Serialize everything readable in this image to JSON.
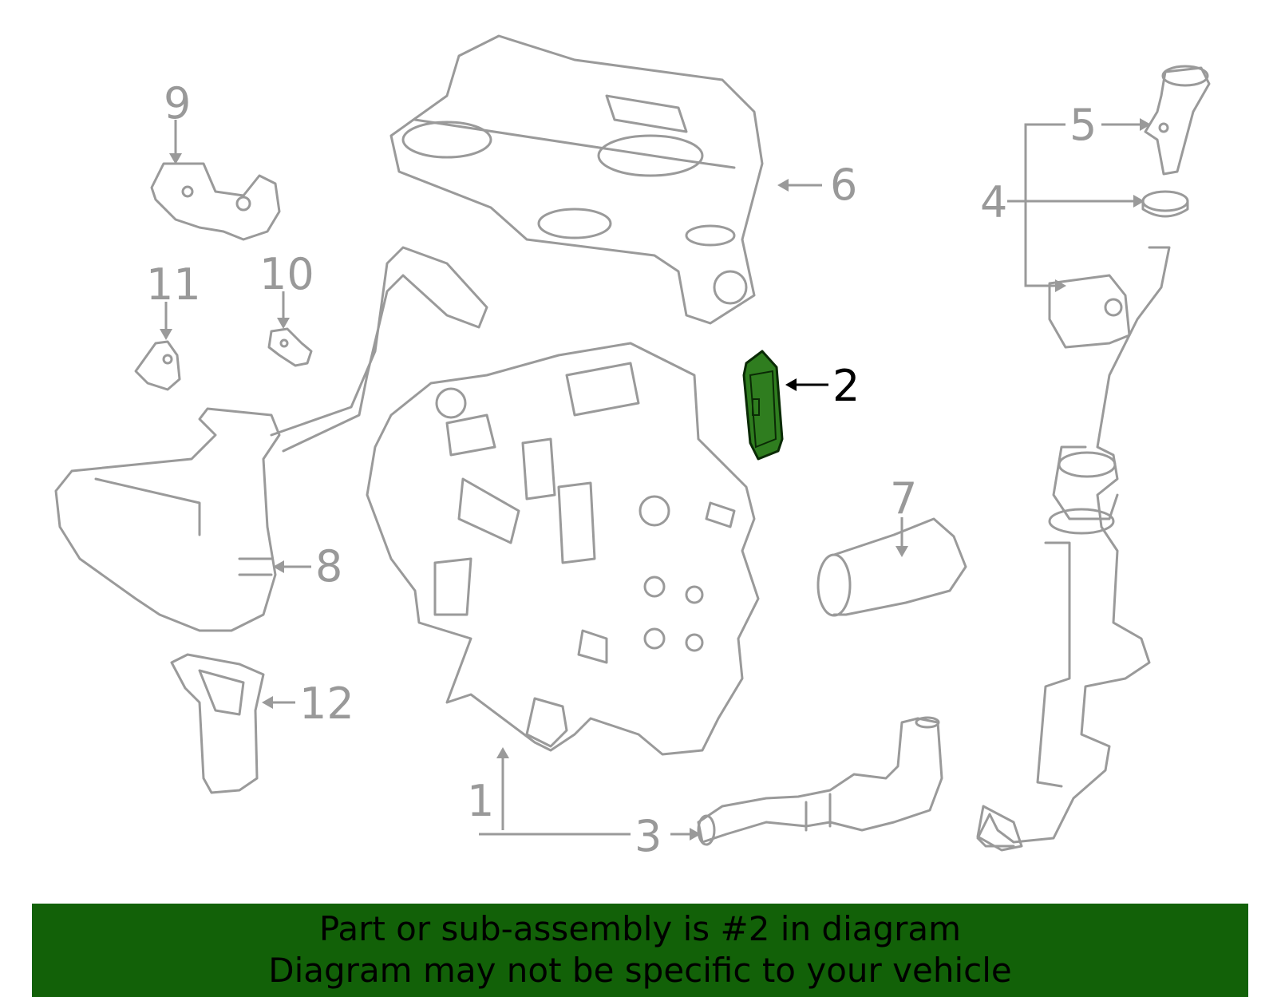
{
  "diagram": {
    "callouts": [
      {
        "id": "1",
        "label": "1"
      },
      {
        "id": "2",
        "label": "2",
        "highlighted": true
      },
      {
        "id": "3",
        "label": "3"
      },
      {
        "id": "4",
        "label": "4"
      },
      {
        "id": "5",
        "label": "5"
      },
      {
        "id": "6",
        "label": "6"
      },
      {
        "id": "7",
        "label": "7"
      },
      {
        "id": "8",
        "label": "8"
      },
      {
        "id": "9",
        "label": "9"
      },
      {
        "id": "10",
        "label": "10"
      },
      {
        "id": "11",
        "label": "11"
      },
      {
        "id": "12",
        "label": "12"
      }
    ],
    "colors": {
      "line_art": "#9a9a9a",
      "highlight_fill": "#2f7d1f",
      "highlight_stroke": "#0a2a05",
      "banner_bg": "#126108",
      "banner_text": "#000000"
    }
  },
  "banner": {
    "line1": "Part or sub-assembly is #2 in diagram",
    "line2": "Diagram may not be specific to your vehicle"
  }
}
